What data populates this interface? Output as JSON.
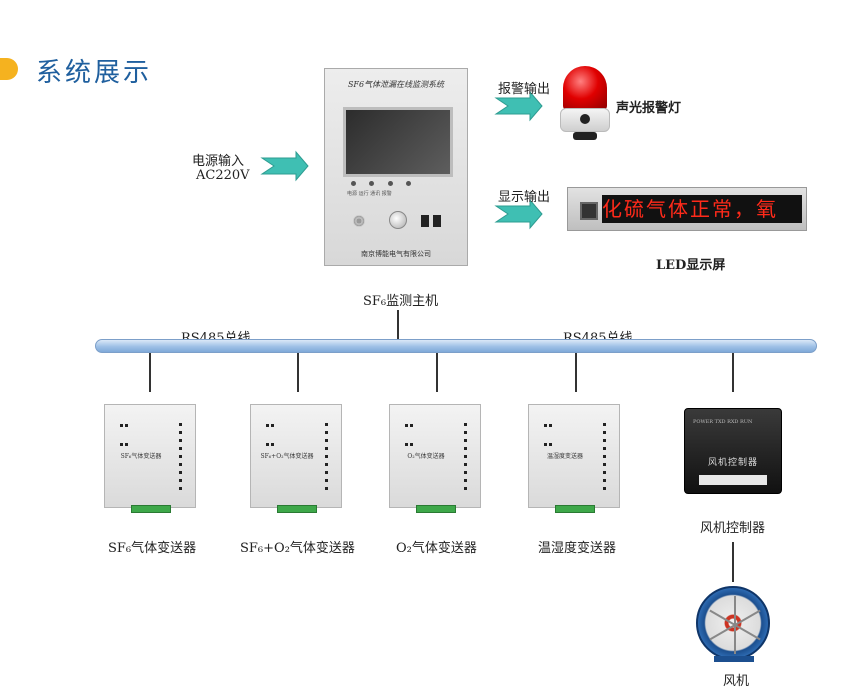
{
  "header": {
    "title": "系统展示"
  },
  "colors": {
    "title": "#1f5f9e",
    "accent_dot": "#f5b21f",
    "bus": "#9ec0e6",
    "arrow": "#3fbfb3",
    "led_text": "#ff2a1a"
  },
  "inputs": {
    "power_in": "电源输入",
    "power_spec": "AC220V"
  },
  "host": {
    "panel_title": "SF6气体泄漏在线监测系统",
    "panel_sub": "电源 运行 通讯 报警",
    "company": "南京博能电气有限公司",
    "caption": "SF₆监测主机"
  },
  "alarm": {
    "output_label": "报警输出",
    "device_label": "声光报警灯"
  },
  "display": {
    "output_label": "显示输出",
    "device_label": "LED显示屏",
    "scroll_text": "化硫气体正常，氧"
  },
  "bus": {
    "left_label": "RS485总线",
    "right_label": "RS485总线"
  },
  "devices": {
    "sf6": {
      "panel": "SF₆气体变送器",
      "caption": "SF₆气体变送器"
    },
    "sf6o2": {
      "panel": "SF₆+O₂气体变送器",
      "caption": "SF₆+O₂气体变送器"
    },
    "o2": {
      "panel": "O₂气体变送器",
      "caption": "O₂气体变送器"
    },
    "temp": {
      "panel": "温湿度变送器",
      "caption": "温湿度变送器"
    },
    "fan_controller": {
      "panel": "风机控制器",
      "tag": "POWER TXD RXD RUN",
      "caption": "风机控制器"
    },
    "fan": {
      "caption": "风机"
    }
  },
  "icons": [
    "alarm-lamp-icon",
    "led-panel-icon",
    "arrow-icon",
    "fan-icon"
  ]
}
